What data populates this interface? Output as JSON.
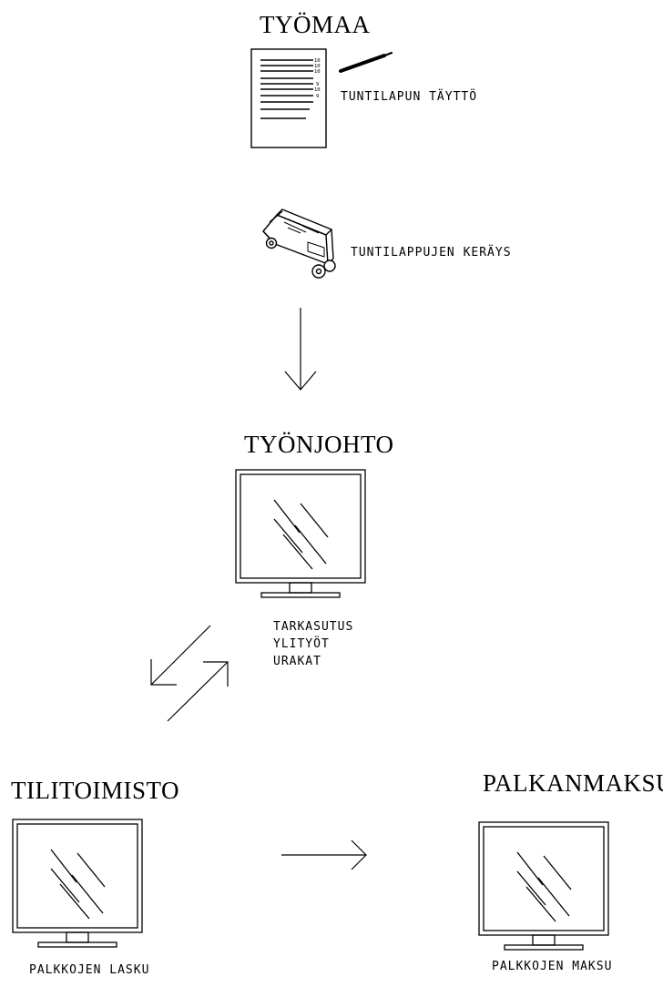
{
  "diagram": {
    "nodes": {
      "worksite": {
        "heading": "TYÖMAA",
        "caption": "TUNTILAPUN TÄYTTÖ",
        "sheet_numbers": [
          "10",
          "10",
          "10",
          "9",
          "10",
          "9"
        ]
      },
      "collection": {
        "caption": "TUNTILAPPUJEN KERÄYS"
      },
      "supervision": {
        "heading": "TYÖNJOHTO",
        "caption_lines": [
          "TARKASUTUS",
          "YLITYÖT",
          "URAKAT"
        ]
      },
      "accounting": {
        "heading": "TILITOIMISTO",
        "caption": "PALKKOJEN LASKU"
      },
      "payment": {
        "heading": "PALKANMAKSU",
        "caption": "PALKKOJEN MAKSU"
      }
    },
    "edges": [
      {
        "from": "collection",
        "to": "supervision",
        "direction": "down"
      },
      {
        "from": "supervision",
        "to": "accounting",
        "direction": "down-left"
      },
      {
        "from": "accounting",
        "to": "supervision",
        "direction": "up-right"
      },
      {
        "from": "accounting",
        "to": "payment",
        "direction": "right"
      }
    ]
  }
}
